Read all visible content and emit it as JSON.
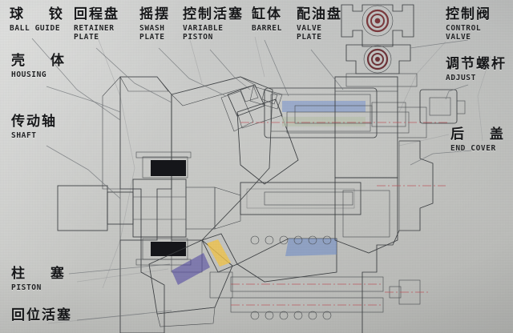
{
  "diagram": {
    "title_cn": "轴向柱塞泵副面图",
    "kind": "axial-piston-pump-cutaway",
    "background_hex": "#cbccc9",
    "leader_line_hex": "#6d7276",
    "centerline_hex": "#c2565c",
    "outline_hex": "#3a3d40"
  },
  "labels": {
    "ball_guide": {
      "cn": "球  铰",
      "en1": "BALL GUIDE",
      "en2": ""
    },
    "retainer_plate": {
      "cn": "回程盘",
      "en1": "RETAINER",
      "en2": "PLATE"
    },
    "swash_plate": {
      "cn": "摇摆",
      "en1": "SWASH",
      "en2": "PLATE"
    },
    "variable_piston": {
      "cn": "控制活塞",
      "en1": "VARIABLE",
      "en2": "PISTON"
    },
    "barrel": {
      "cn": "缸体",
      "en1": "BARREL",
      "en2": ""
    },
    "valve_plate": {
      "cn": "配油盘",
      "en1": "VALVE",
      "en2": "PLATE"
    },
    "control_valve": {
      "cn": "控制阀",
      "en1": "CONTROL",
      "en2": "VALVE"
    },
    "housing": {
      "cn": "壳  体",
      "en1": "HOUSING",
      "en2": ""
    },
    "shaft": {
      "cn": "传动轴",
      "en1": "SHAFT",
      "en2": ""
    },
    "adjust": {
      "cn": "调节螺杆",
      "en1": "ADJUST",
      "en2": ""
    },
    "end_cover": {
      "cn": "后  盖",
      "en1": "END COVER",
      "en2": ""
    },
    "piston": {
      "cn": "柱  塞",
      "en1": "PISTON",
      "en2": ""
    },
    "return_piston": {
      "cn": "回位活塞",
      "en1": "",
      "en2": ""
    }
  },
  "parts": {
    "housing_dark_hex": "#6f7277",
    "swash_plate_hex": "#b6b2d6",
    "return_piston_hex": "#3a2f8c",
    "barrel_outline_hex": "#b6a83a",
    "bearing_hex": "#c9c53e",
    "seal_hex": "#15161a",
    "slipper_hex": "#e0a51f",
    "adjust_screw_hex": "#8e8f5a",
    "cyl_bore_hex": "#7e8ec4"
  }
}
